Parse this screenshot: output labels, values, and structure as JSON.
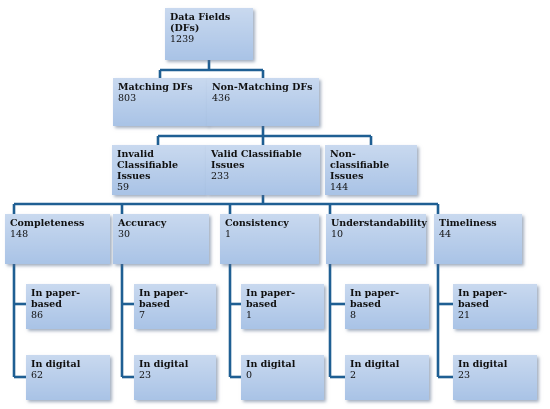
{
  "root": {
    "label": "Data Fields (DFs)",
    "value": "1239"
  },
  "level1": [
    {
      "label": "Matching DFs",
      "value": "803"
    },
    {
      "label": "Non-Matching DFs",
      "value": "436"
    }
  ],
  "level2": [
    {
      "label": "Invalid Classifiable Issues",
      "value": "59"
    },
    {
      "label": "Valid Classifiable Issues",
      "value": "233"
    },
    {
      "label": "Non-classifiable Issues",
      "value": "144"
    }
  ],
  "categories": [
    {
      "label": "Completeness",
      "value": "148",
      "paper": {
        "label": "In paper-based",
        "value": "86"
      },
      "digital": {
        "label": "In digital",
        "value": "62"
      }
    },
    {
      "label": "Accuracy",
      "value": "30",
      "paper": {
        "label": "In paper-based",
        "value": "7"
      },
      "digital": {
        "label": "In digital",
        "value": "23"
      }
    },
    {
      "label": "Consistency",
      "value": "1",
      "paper": {
        "label": "In paper-based",
        "value": "1"
      },
      "digital": {
        "label": "In digital",
        "value": "0"
      }
    },
    {
      "label": "Understandability",
      "value": "10",
      "paper": {
        "label": "In paper-based",
        "value": "8"
      },
      "digital": {
        "label": "In digital",
        "value": "2"
      }
    },
    {
      "label": "Timeliness",
      "value": "44",
      "paper": {
        "label": "In paper-based",
        "value": "21"
      },
      "digital": {
        "label": "In digital",
        "value": "23"
      }
    }
  ],
  "colors": {
    "box_top": "#c9d9ef",
    "box_bottom": "#a9c3e6",
    "connector": "#1f5f93"
  }
}
